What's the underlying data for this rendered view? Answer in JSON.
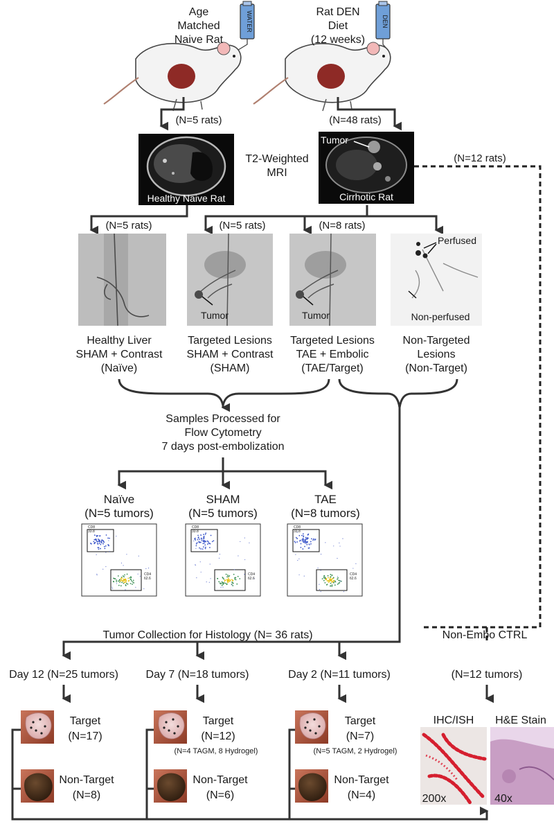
{
  "rats": {
    "naive": {
      "lines": [
        "Age",
        "Matched",
        "Naive Rat"
      ],
      "bottle": "WATER"
    },
    "den": {
      "lines": [
        "Rat DEN",
        "Diet",
        "(12 weeks)"
      ],
      "bottle": "DEN"
    }
  },
  "counts": {
    "naive_rats": "(N=5 rats)",
    "den_rats": "(N=48 rats)",
    "nonembo_rats": "(N=12 rats)",
    "group_naive": "(N=5 rats)",
    "group_sham": "(N=5 rats)",
    "group_tae": "(N=8 rats)"
  },
  "mri": {
    "label": [
      "T2-Weighted",
      "MRI"
    ],
    "healthy_caption": "Healthy Naive Rat",
    "cirrhotic_caption": "Cirrhotic Rat",
    "tumor_label": "Tumor"
  },
  "angio": {
    "tumor_label": "Tumor",
    "perfused": "Perfused",
    "non_perfused": "Non-perfused"
  },
  "groups": [
    {
      "lines": [
        "Healthy Liver",
        "SHAM + Contrast",
        "(Naïve)"
      ]
    },
    {
      "lines": [
        "Targeted Lesions",
        "SHAM + Contrast",
        "(SHAM)"
      ]
    },
    {
      "lines": [
        "Targeted Lesions",
        "TAE + Embolic",
        "(TAE/Target)"
      ]
    },
    {
      "lines": [
        "Non-Targeted",
        "Lesions",
        "(Non-Target)"
      ]
    }
  ],
  "flow": {
    "title": [
      "Samples Processed for",
      "Flow Cytometry",
      "7 days post-embolization"
    ],
    "panels": [
      {
        "name": "Naïve",
        "n": "(N=5 tumors)"
      },
      {
        "name": "SHAM",
        "n": "(N=5 tumors)"
      },
      {
        "name": "TAE",
        "n": "(N=8 tumors)"
      }
    ],
    "gate_cd8": "CD8",
    "gate_cd8_val": "33.8",
    "gate_cd4": "CD4",
    "gate_cd4_val": "62.6"
  },
  "histology": {
    "title": "Tumor Collection for Histology (N= 36 rats)",
    "nonembo": "Non-Embo CTRL",
    "nonembo_n": "(N=12 tumors)",
    "days": [
      {
        "label": "Day 12 (N=25 tumors)",
        "target": "Target",
        "target_n": "(N=17)",
        "target_note": "",
        "non": "Non-Target",
        "non_n": "(N=8)"
      },
      {
        "label": "Day 7 (N=18 tumors)",
        "target": "Target",
        "target_n": "(N=12)",
        "target_note": "(N=4 TAGM, 8 Hydrogel)",
        "non": "Non-Target",
        "non_n": "(N=6)"
      },
      {
        "label": "Day 2 (N=11 tumors)",
        "target": "Target",
        "target_n": "(N=7)",
        "target_note": "(N=5 TAGM, 2 Hydrogel)",
        "non": "Non-Target",
        "non_n": "(N=4)"
      }
    ],
    "stains": [
      {
        "label": "IHC/ISH",
        "mag": "200x"
      },
      {
        "label": "H&E Stain",
        "mag": "40x"
      }
    ]
  }
}
